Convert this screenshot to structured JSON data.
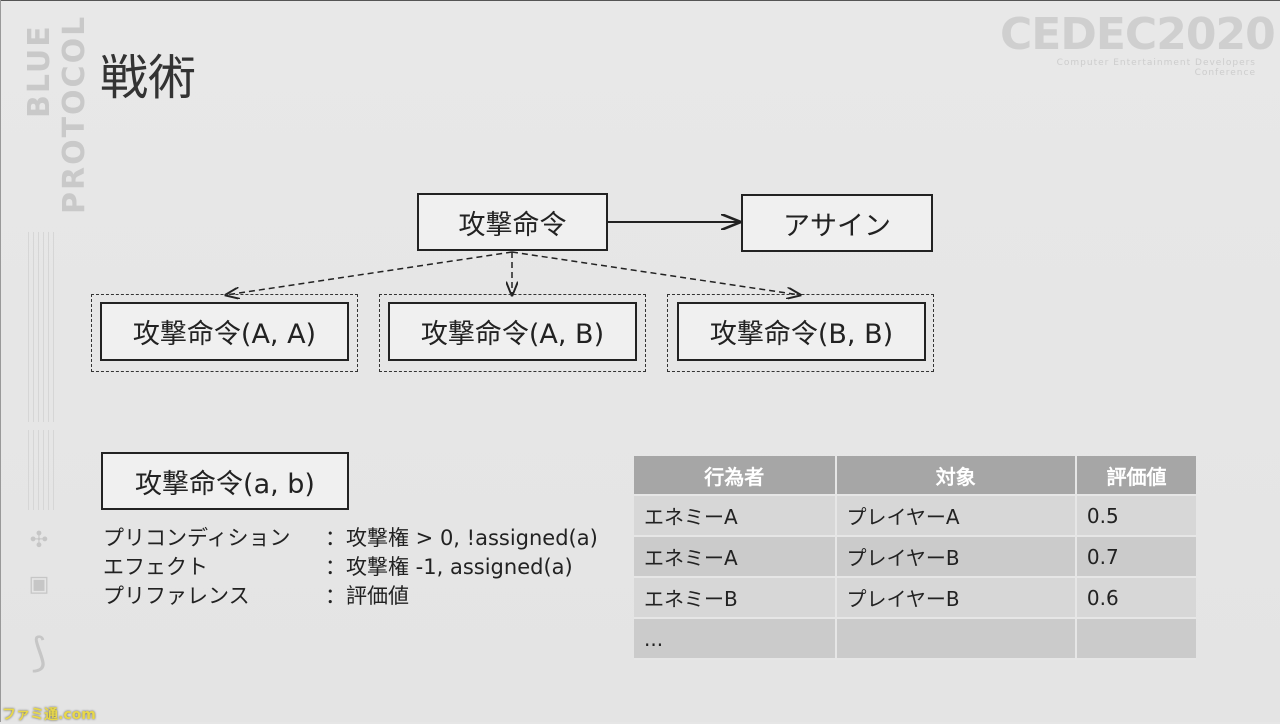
{
  "slide": {
    "title": "戦術",
    "brand_vertical": "BLUE PROTOCOL",
    "logo": {
      "main": "CEDEC2020",
      "sub": "Computer Entertainment Developers Conference"
    },
    "watermark": "ファミ通.com"
  },
  "diagram": {
    "root": "攻撃命令",
    "assign": "アサイン",
    "children": [
      "攻撃命令(A, A)",
      "攻撃命令(A, B)",
      "攻撃命令(B, B)"
    ]
  },
  "action": {
    "name": "攻撃命令(a, b)",
    "rows": [
      {
        "key": "プリコンディション",
        "value": "：攻撃権 > 0, !assigned(a)"
      },
      {
        "key": "エフェクト",
        "value": "：攻撃権 -1, assigned(a)"
      },
      {
        "key": "プリファレンス",
        "value": "：評価値"
      }
    ]
  },
  "table": {
    "headers": [
      "行為者",
      "対象",
      "評価値"
    ],
    "rows": [
      [
        "エネミーA",
        "プレイヤーA",
        "0.5"
      ],
      [
        "エネミーA",
        "プレイヤーB",
        "0.7"
      ],
      [
        "エネミーB",
        "プレイヤーB",
        "0.6"
      ],
      [
        "...",
        "",
        ""
      ]
    ]
  }
}
